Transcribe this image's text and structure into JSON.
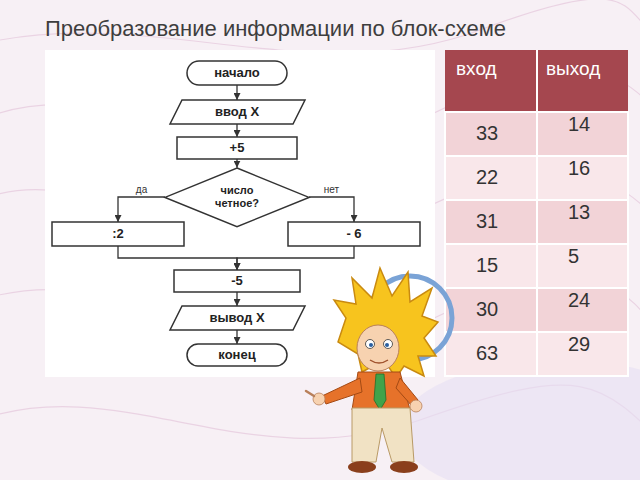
{
  "diagram": {
    "title": "Преобразование информации по блок-схеме",
    "nodes": [
      {
        "text": [
          "начало"
        ]
      },
      {
        "text": [
          "ввод X"
        ]
      },
      {
        "text": [
          "+5"
        ]
      },
      {
        "text": [
          "число четное?"
        ]
      },
      {
        "text": [
          ":2"
        ]
      },
      {
        "text": [
          "- 6"
        ]
      },
      {
        "text": [
          "-5"
        ]
      },
      {
        "text": [
          "вывод X"
        ]
      },
      {
        "text": [
          "конец"
        ]
      }
    ],
    "edges": [
      {
        "from": 0,
        "to": 1,
        "arrow": "to"
      },
      {
        "from": 1,
        "to": 2,
        "arrow": "to"
      },
      {
        "from": 2,
        "to": 3,
        "arrow": "to"
      },
      {
        "from": 3,
        "to": 4,
        "label": "да",
        "arrow": "to"
      },
      {
        "from": 3,
        "to": 5,
        "label": "нет",
        "arrow": "to"
      },
      {
        "from": 4,
        "to": 6,
        "arrow": "to"
      },
      {
        "from": 5,
        "to": 6,
        "arrow": "to"
      },
      {
        "from": 6,
        "to": 7,
        "arrow": "to"
      },
      {
        "from": 7,
        "to": 8,
        "arrow": "to"
      }
    ],
    "labels": [
      "вход",
      "выход",
      "33",
      "14",
      "22",
      "16",
      "31",
      "13",
      "15",
      "5",
      "30",
      "24",
      "63",
      "29"
    ]
  }
}
